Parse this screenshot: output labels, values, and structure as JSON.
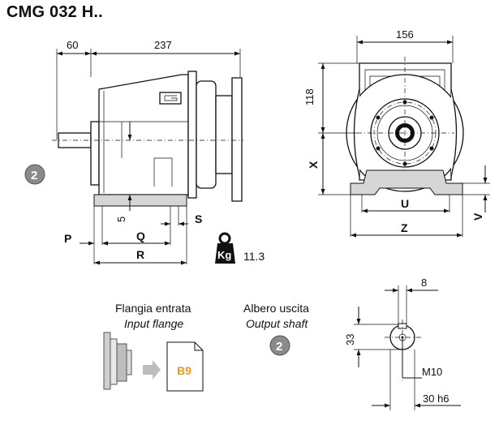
{
  "title": "CMG 032 H..",
  "side_view": {
    "dim_60": "60",
    "dim_237": "237",
    "dim_5": "5",
    "label_P": "P",
    "label_Q": "Q",
    "label_R": "R",
    "label_S": "S",
    "badge": "2"
  },
  "front_view": {
    "dim_156": "156",
    "dim_118": "118",
    "label_X": "X",
    "label_U": "U",
    "label_Z": "Z",
    "label_V": "V"
  },
  "weight": {
    "icon_label": "Kg",
    "value": "11.3"
  },
  "input_flange": {
    "caption_it": "Flangia entrata",
    "caption_en": "Input flange",
    "code": "B9"
  },
  "output_shaft": {
    "caption_it": "Albero uscita",
    "caption_en": "Output shaft",
    "badge": "2"
  },
  "shaft_detail": {
    "dim_8": "8",
    "dim_33": "33",
    "dim_M10": "M10",
    "dim_30h6": "30 h6"
  }
}
